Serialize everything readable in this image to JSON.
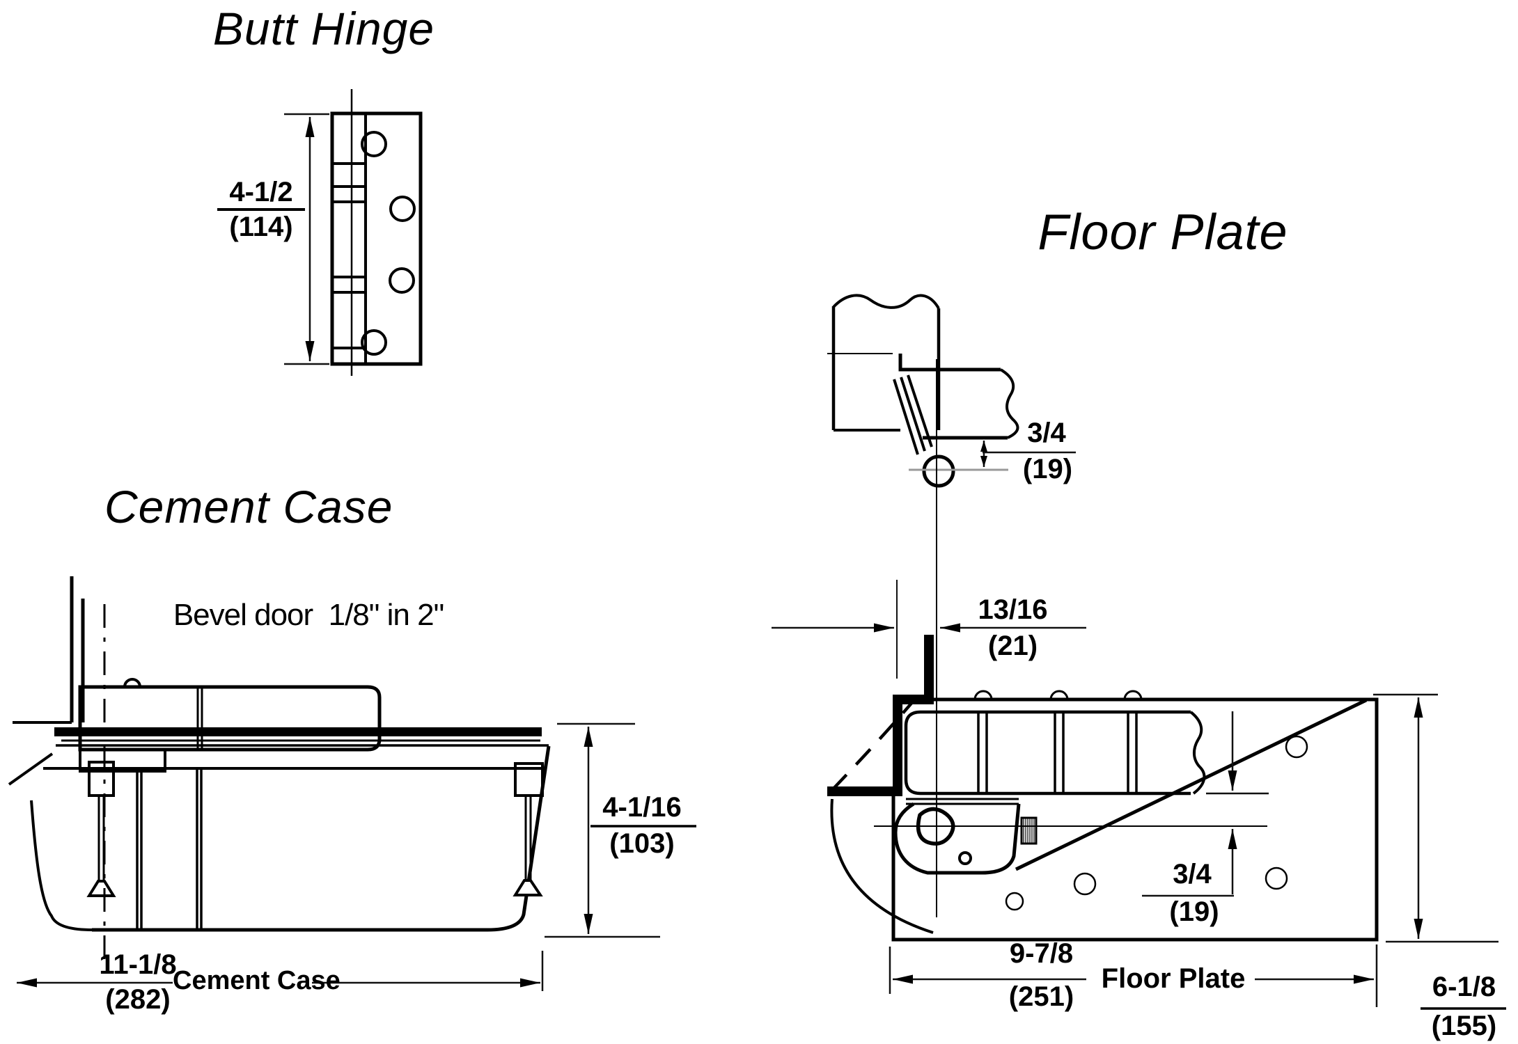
{
  "colors": {
    "line": "#000000",
    "dim_line": "#111111",
    "light_line": "#999999",
    "background": "#ffffff"
  },
  "sections": {
    "butt_hinge": {
      "title": "Butt Hinge",
      "height_dim": {
        "value": "4-1/2",
        "metric": "(114)"
      }
    },
    "cement_case": {
      "title": "Cement Case",
      "bevel_note": "Bevel door  1/8\" in 2\"",
      "height_dim": {
        "value": "4-1/16",
        "metric": "(103)"
      },
      "width_dim": {
        "value": "11-1/8",
        "metric": "(282)",
        "label": "Cement Case"
      }
    },
    "floor_plate": {
      "title": "Floor Plate",
      "pivot_height_dim": {
        "value": "3/4",
        "metric": "(19)"
      },
      "spindle_inset_dim": {
        "value": "13/16",
        "metric": "(21)"
      },
      "centerline_offset_dim": {
        "value": "3/4",
        "metric": "(19)"
      },
      "width_dim": {
        "value": "9-7/8",
        "metric": "(251)",
        "label": "Floor Plate"
      },
      "depth_dim": {
        "value": "6-1/8",
        "metric": "(155)"
      }
    }
  }
}
